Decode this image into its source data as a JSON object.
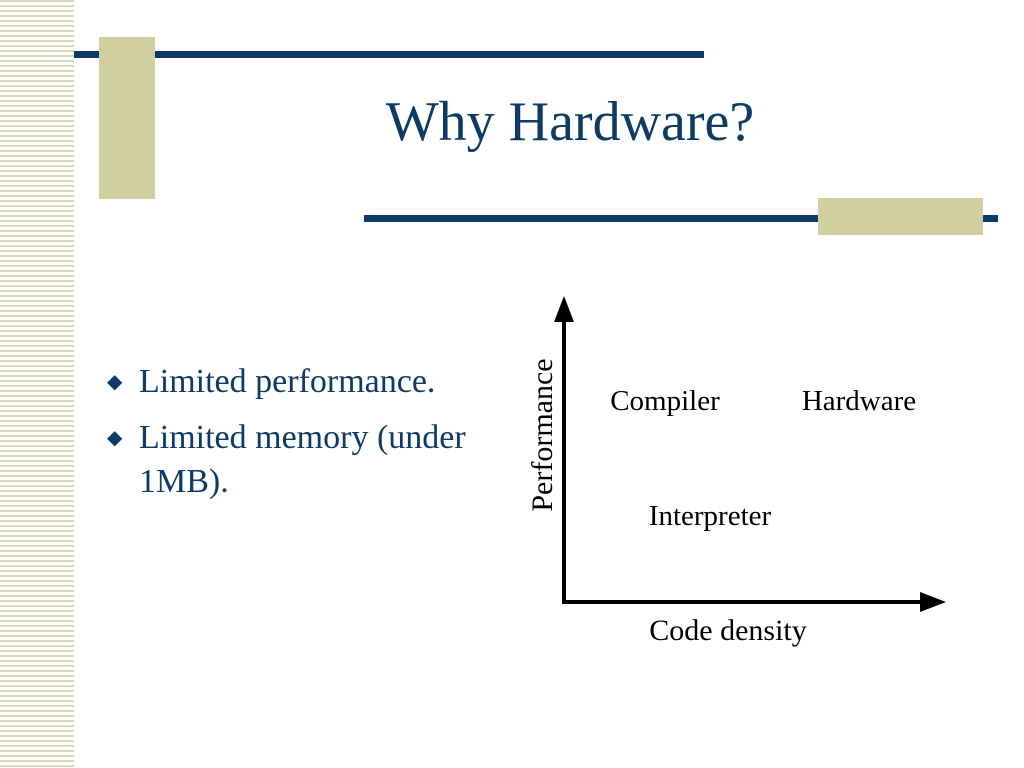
{
  "slide": {
    "title": "Why Hardware?",
    "bullet_glyph": "◆",
    "bullets": [
      "Limited performance.",
      "Limited memory (under 1MB)."
    ]
  },
  "diagram": {
    "y_axis_label": "Performance",
    "x_axis_label": "Code density",
    "labels": {
      "compiler": "Compiler",
      "hardware": "Hardware",
      "interpreter": "Interpreter"
    }
  },
  "colors": {
    "title": "#0d3a66",
    "accent_tan": "#cfcf9f",
    "rule": "#0d3a66"
  }
}
